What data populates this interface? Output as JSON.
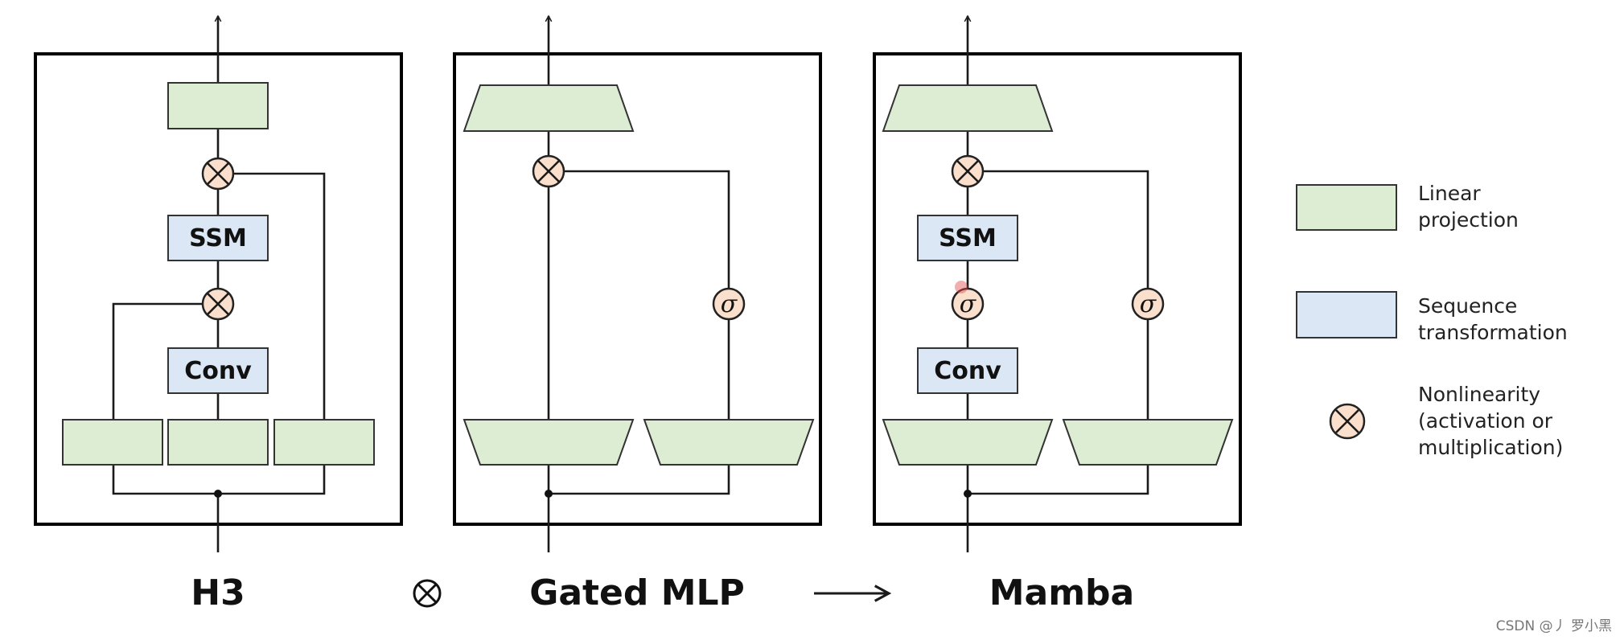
{
  "labels": {
    "ssm": "SSM",
    "conv": "Conv",
    "sigma": "σ"
  },
  "titles": {
    "h3": "H3",
    "gated_mlp": "Gated MLP",
    "mamba": "Mamba"
  },
  "operators": {
    "combine": "⊗",
    "result": "⟶"
  },
  "legend": {
    "linear": [
      "Linear",
      "projection"
    ],
    "sequence": [
      "Sequence",
      "transformation"
    ],
    "nonlinearity": [
      "Nonlinearity",
      "(activation or",
      "multiplication)"
    ]
  },
  "watermark": "CSDN @丿 罗小黑",
  "colors": {
    "linear_projection": "#dcedd3",
    "sequence_transformation": "#dbe7f4",
    "nonlinearity_node": "#f9dfcc"
  }
}
